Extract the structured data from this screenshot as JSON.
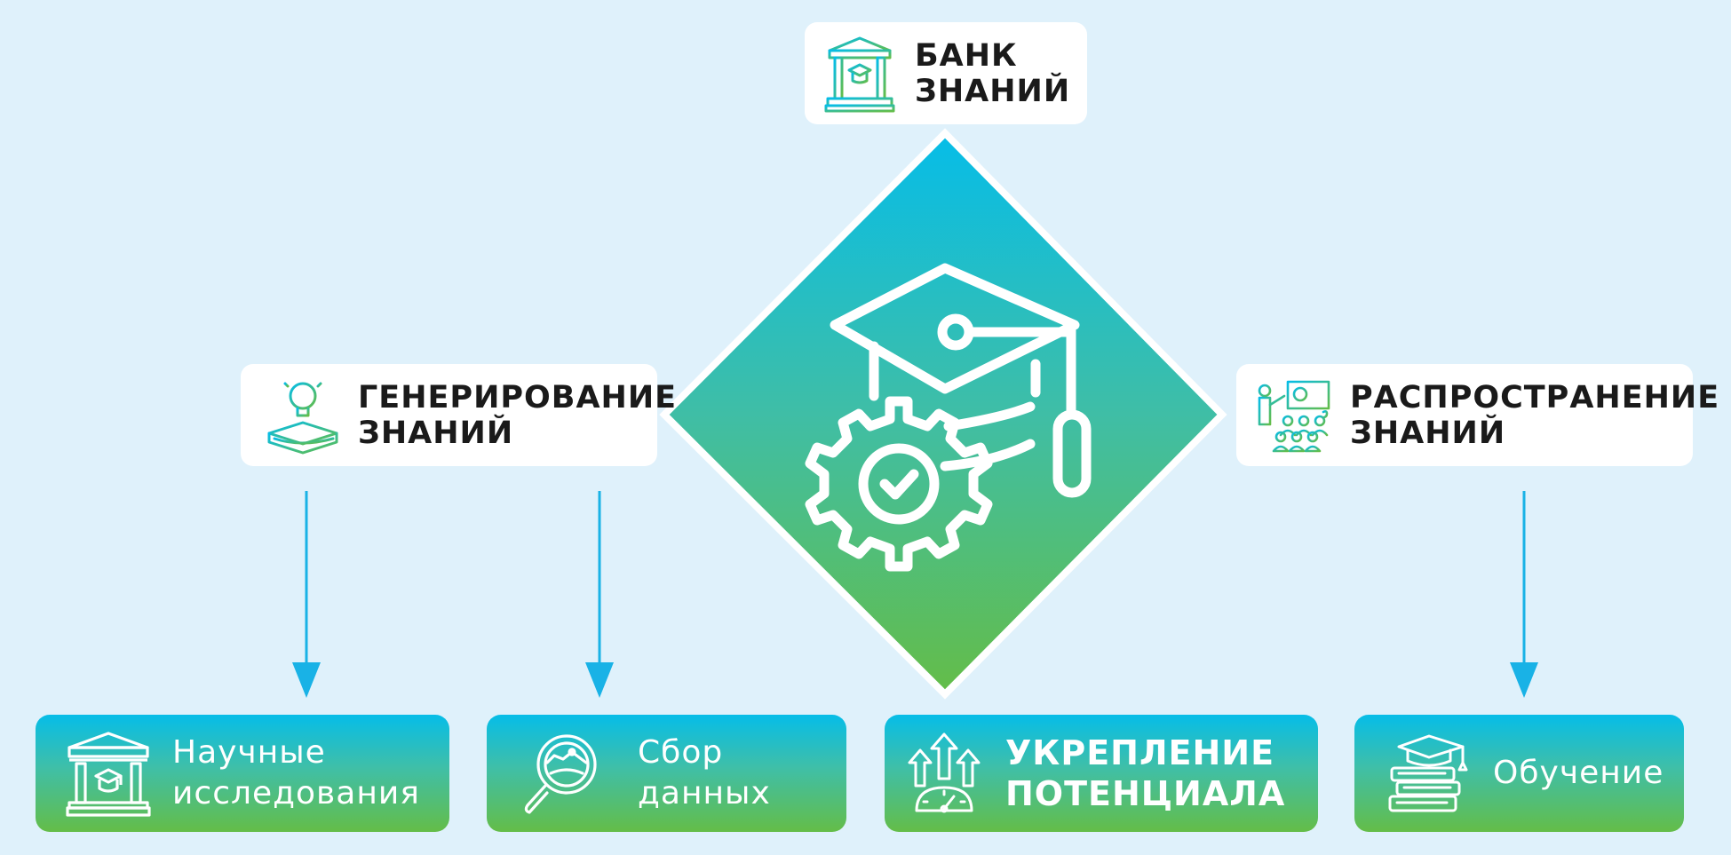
{
  "top_node": {
    "line1": "БАНК",
    "line2": "ЗНАНИЙ",
    "icon": "bank-graduation-icon"
  },
  "left_node": {
    "line1": "ГЕНЕРИРОВАНИЕ",
    "line2": "ЗНАНИЙ",
    "icon": "lightbulb-book-icon"
  },
  "right_node": {
    "line1": "РАСПРОСТРАНЕНИЕ",
    "line2": "ЗНАНИЙ",
    "icon": "presentation-audience-icon"
  },
  "center": {
    "icon": "graduation-cap-gear-icon"
  },
  "outcomes": [
    {
      "line1": "Научные",
      "line2": "исследования",
      "icon": "university-icon"
    },
    {
      "line1": "Сбор",
      "line2": "данных",
      "icon": "magnifier-data-icon"
    },
    {
      "line1": "УКРЕПЛЕНИЕ",
      "line2": "ПОТЕНЦИАЛА",
      "icon": "growth-arrows-gauge-icon"
    },
    {
      "line1": "Обучение",
      "icon": "stacked-books-cap-icon"
    }
  ],
  "colors": {
    "background": "#dff1fb",
    "gradient_top": "#06bde8",
    "gradient_bottom": "#64bd48",
    "arrow": "#19b2e6"
  }
}
